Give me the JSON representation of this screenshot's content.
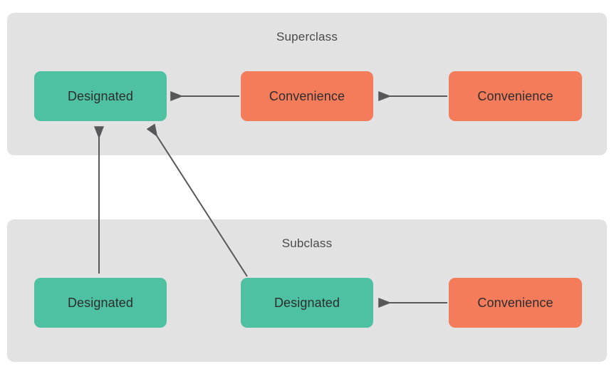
{
  "diagram": {
    "title_superclass": "Superclass",
    "title_subclass": "Subclass",
    "panels": [
      {
        "name": "superclass",
        "label": "Superclass",
        "nodes": [
          {
            "label": "Designated",
            "kind": "designated",
            "color": "#4dc1a1"
          },
          {
            "label": "Convenience",
            "kind": "convenience",
            "color": "#f47c5b"
          },
          {
            "label": "Convenience",
            "kind": "convenience",
            "color": "#f47c5b"
          }
        ]
      },
      {
        "name": "subclass",
        "label": "Subclass",
        "nodes": [
          {
            "label": "Designated",
            "kind": "designated",
            "color": "#4dc1a1"
          },
          {
            "label": "Designated",
            "kind": "designated",
            "color": "#4dc1a1"
          },
          {
            "label": "Convenience",
            "kind": "convenience",
            "color": "#f47c5b"
          }
        ]
      }
    ],
    "arrows": [
      {
        "name": "super-conv1-to-super-designated",
        "from": "super-convenience-1",
        "to": "super-designated"
      },
      {
        "name": "super-conv2-to-super-conv1",
        "from": "super-convenience-2",
        "to": "super-convenience-1"
      },
      {
        "name": "sub-designated1-to-super-designated",
        "from": "sub-designated-1",
        "to": "super-designated"
      },
      {
        "name": "sub-designated2-to-super-designated",
        "from": "sub-designated-2",
        "to": "super-designated"
      },
      {
        "name": "sub-convenience-to-sub-designated2",
        "from": "sub-convenience",
        "to": "sub-designated-2"
      }
    ],
    "colors": {
      "panel_background": "#e2e2e2",
      "page_background": "#ffffff",
      "designated": "#4dc1a1",
      "convenience": "#f47c5b",
      "arrow": "#58585a",
      "node_text": "#2d2d2d",
      "title_text": "#4a4a4a"
    }
  }
}
